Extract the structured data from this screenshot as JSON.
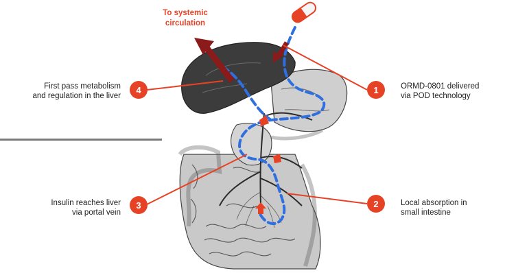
{
  "top_label": {
    "line1": "To systemic",
    "line2": "circulation"
  },
  "steps": [
    {
      "number": "1",
      "line1": "ORMD-0801 delivered",
      "line2": "via POD technology"
    },
    {
      "number": "2",
      "line1": "Local absorption in",
      "line2": "small intestine"
    },
    {
      "number": "3",
      "line1": "Insulin reaches liver",
      "line2": "via portal vein"
    },
    {
      "number": "4",
      "line1": "First pass metabolism",
      "line2": "and regulation in the liver"
    }
  ],
  "colors": {
    "accent": "#e64326",
    "dark_red_arrow": "#8b1a1a",
    "blue_path": "#2f6fe0",
    "organ_fill": "#bdbdbd",
    "liver_fill": "#3c3c3c",
    "divider": "#7a7a7a"
  },
  "icons": [
    "capsule-icon",
    "up-arrow-icon"
  ]
}
